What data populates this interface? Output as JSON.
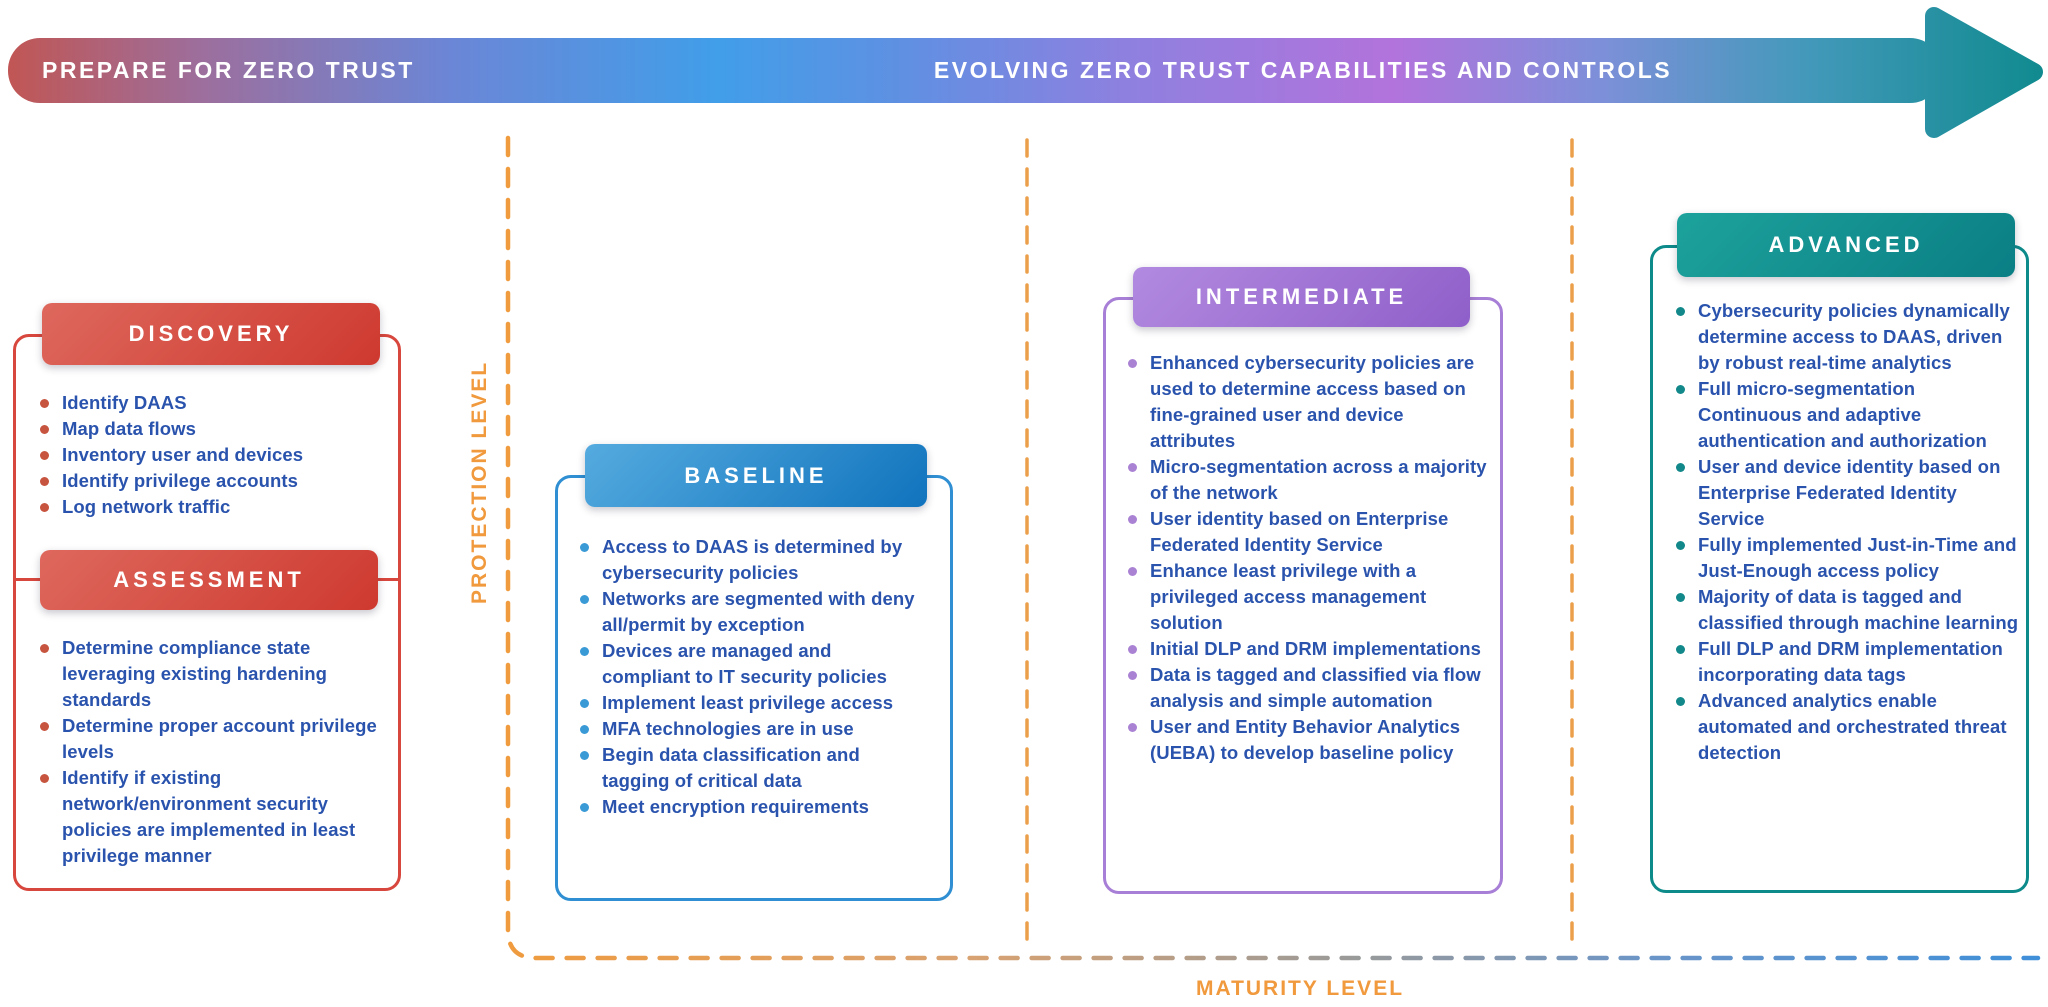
{
  "banner": {
    "left_label": "PREPARE FOR ZERO TRUST",
    "right_label": "EVOLVING ZERO TRUST CAPABILITIES AND CONTROLS"
  },
  "axes": {
    "protection_label": "PROTECTION LEVEL",
    "maturity_label": "MATURITY LEVEL"
  },
  "colors": {
    "accent_orange": "#f0993d",
    "list_text_blue": "#2a53ad",
    "discovery_red": "#d8473d",
    "baseline_blue": "#2f8fd2",
    "intermediate_purple": "#a87fd6",
    "advanced_teal": "#0d8a8a",
    "banner_red": "#c25551",
    "banner_blue": "#419ee9",
    "banner_purple": "#b273dc",
    "banner_teal": "#0f8a8e"
  },
  "sections": [
    {
      "id": "discovery",
      "title": "DISCOVERY",
      "items": [
        "Identify DAAS",
        "Map data flows",
        "Inventory user and devices",
        "Identify privilege accounts",
        "Log network traffic"
      ]
    },
    {
      "id": "assessment",
      "title": "ASSESSMENT",
      "items": [
        "Determine compliance state leveraging existing hardening standards",
        "Determine proper account privilege levels",
        "Identify if existing network/environment security policies are implemented in least privilege manner"
      ]
    },
    {
      "id": "baseline",
      "title": "BASELINE",
      "items": [
        "Access to DAAS is determined by cybersecurity policies",
        "Networks are segmented with deny all/permit by exception",
        "Devices are managed and compliant to IT security policies",
        "Implement least privilege access",
        "MFA technologies are in use",
        "Begin data classification and tagging of critical data",
        "Meet encryption requirements"
      ]
    },
    {
      "id": "intermediate",
      "title": "INTERMEDIATE",
      "items": [
        "Enhanced cybersecurity policies are used to determine access based on fine-grained user and device attributes",
        "Micro-segmentation across a majority of the network",
        "User identity based on Enterprise Federated Identity Service",
        "Enhance least privilege with a privileged access management solution",
        "Initial DLP and DRM implementations",
        "Data is tagged and classified via flow analysis and simple automation",
        "User and Entity Behavior Analytics (UEBA) to develop baseline policy"
      ]
    },
    {
      "id": "advanced",
      "title": "ADVANCED",
      "items": [
        "Cybersecurity policies dynamically determine access to DAAS, driven by robust real-time analytics",
        "Full micro-segmentation Continuous and adaptive authentication and authorization",
        "User and device identity based on Enterprise Federated Identity Service",
        "Fully implemented Just-in-Time and Just-Enough access policy",
        "Majority of data is tagged and classified through machine learning",
        "Full DLP and DRM implementation incorporating data tags",
        "Advanced analytics enable automated and orchestrated threat detection"
      ]
    }
  ]
}
